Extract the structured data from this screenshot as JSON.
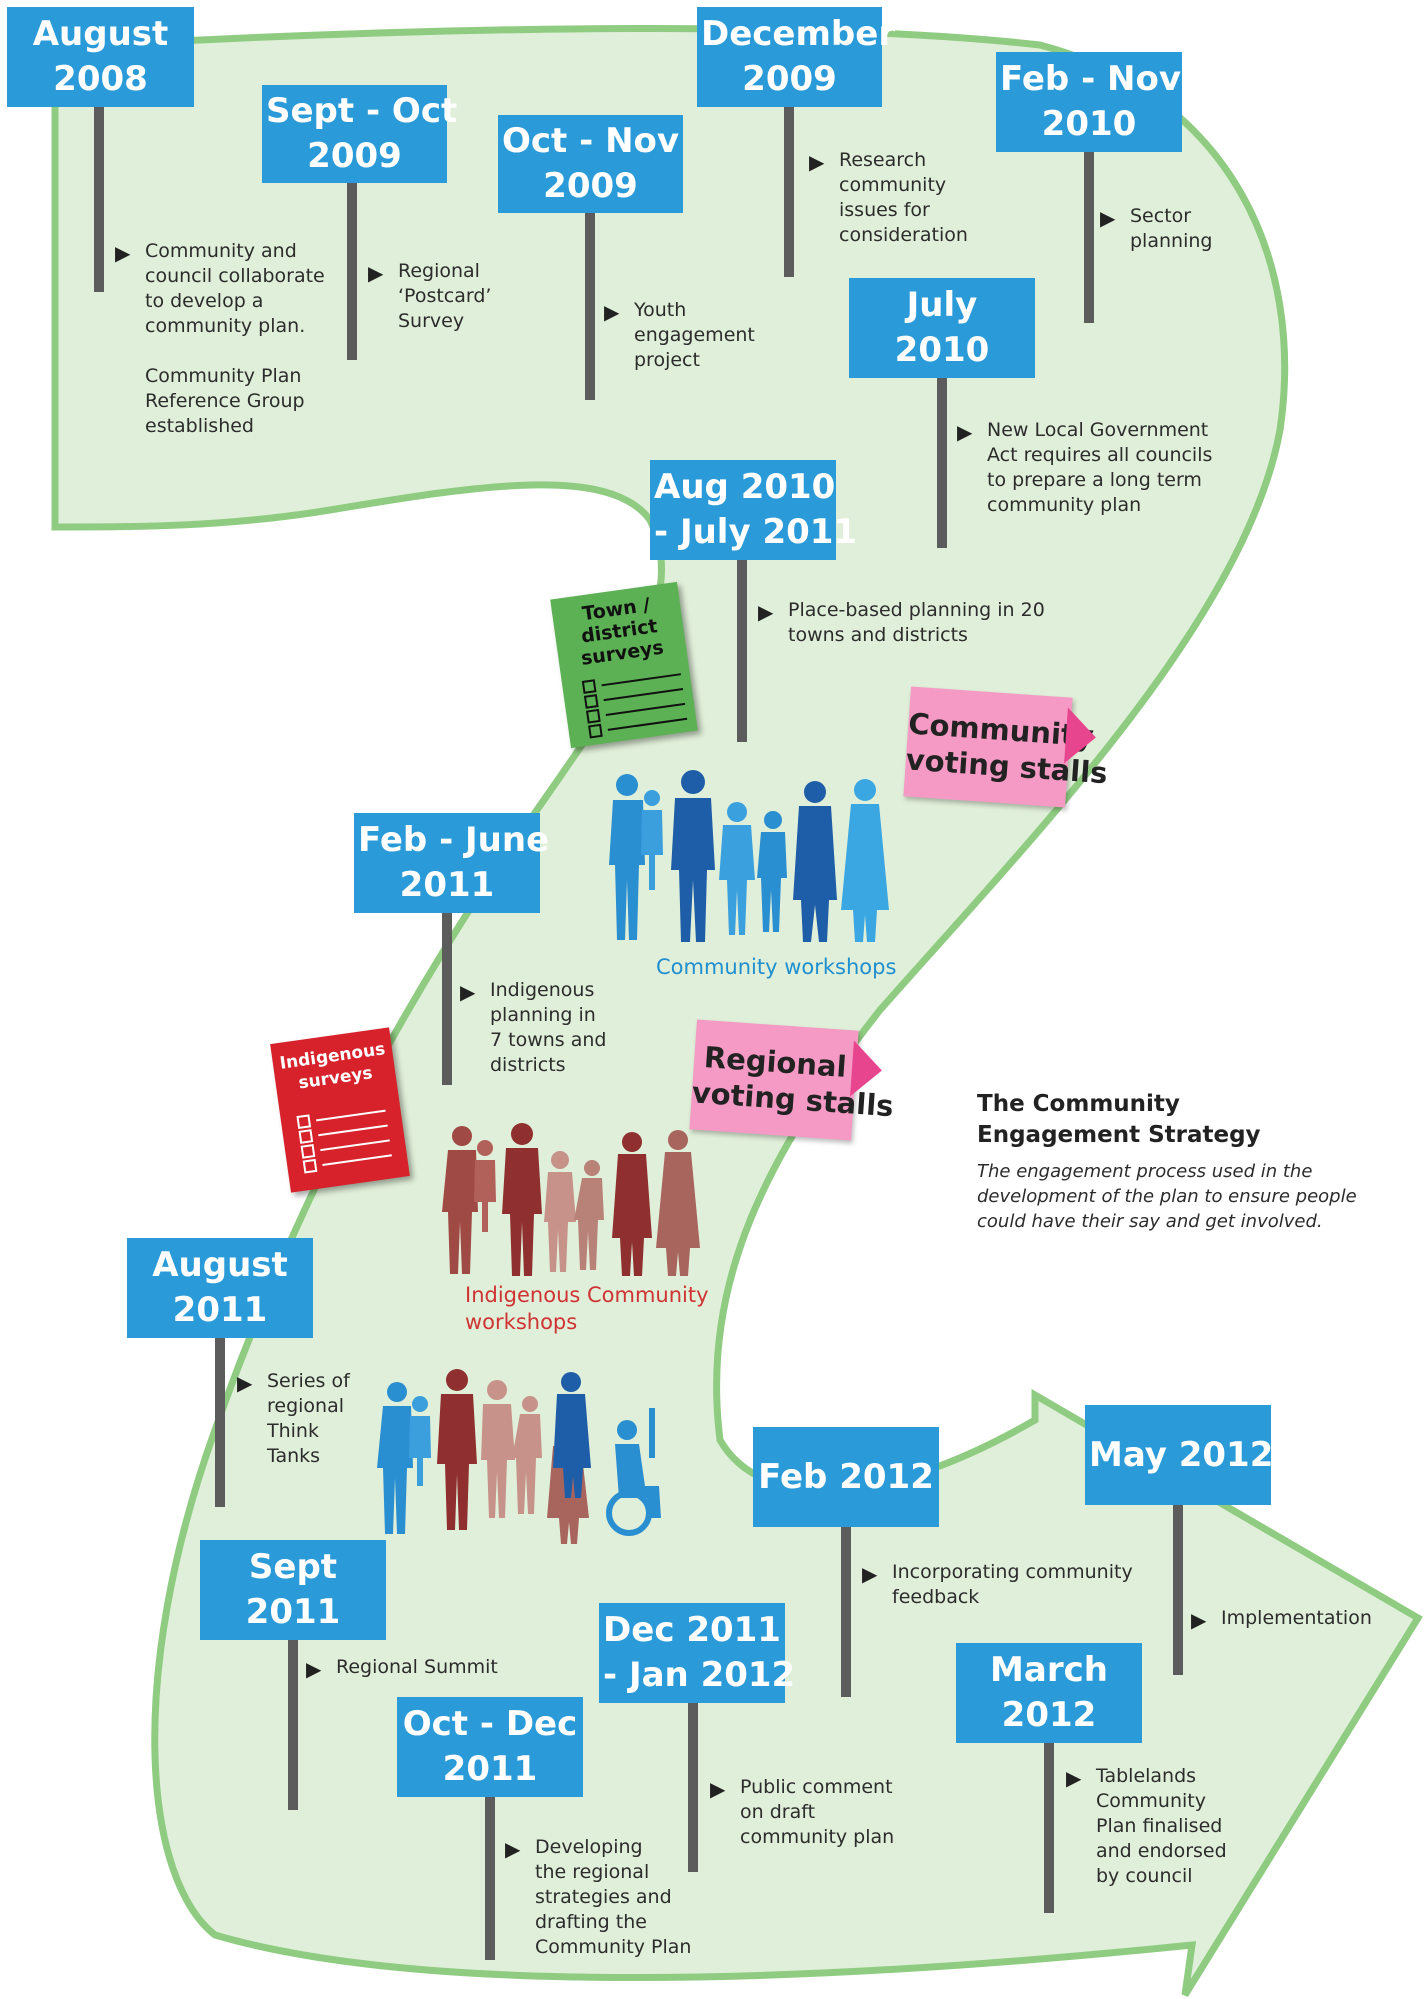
{
  "colors": {
    "sign_blue": "#2a9bd8",
    "path_fill": "#e0efd9",
    "path_edge": "#8fcc82",
    "pole": "#5c5c5c",
    "voting_pink": "#f49ac4",
    "survey_green": "#5bb153",
    "survey_red": "#d7222b",
    "people_blue": "#2a8fd1",
    "people_dark_blue": "#1e5ea8",
    "people_red": "#8f2f2f",
    "people_brown": "#a87068",
    "caption_blue": "#1f8fd0",
    "caption_red": "#d03333"
  },
  "milestones": [
    {
      "id": "aug2008",
      "date": [
        "August",
        "2008"
      ],
      "note": [
        "Community and",
        "council collaborate",
        "to develop a",
        "community plan.",
        "",
        "Community Plan",
        "Reference Group",
        "established"
      ]
    },
    {
      "id": "sepoct2009",
      "date": [
        "Sept - Oct",
        "2009"
      ],
      "note": [
        "Regional",
        "‘Postcard’",
        "Survey"
      ]
    },
    {
      "id": "octnov2009",
      "date": [
        "Oct - Nov",
        "2009"
      ],
      "note": [
        "Youth",
        "engagement",
        "project"
      ]
    },
    {
      "id": "dec2009",
      "date": [
        "December",
        "2009"
      ],
      "note": [
        "Research",
        "community",
        "issues for",
        "consideration"
      ]
    },
    {
      "id": "febnov2010",
      "date": [
        "Feb - Nov",
        "2010"
      ],
      "note": [
        "Sector",
        "planning"
      ]
    },
    {
      "id": "jul2010",
      "date": [
        "July",
        "2010"
      ],
      "note": [
        "New Local Government",
        "Act requires all councils",
        "to prepare a long term",
        "community plan"
      ]
    },
    {
      "id": "aug2010jul2011",
      "date": [
        "Aug 2010",
        "- July 2011"
      ],
      "note": [
        "Place-based planning in 20",
        "towns and districts"
      ]
    },
    {
      "id": "febjun2011",
      "date": [
        "Feb - June",
        "2011"
      ],
      "note": [
        "Indigenous",
        "planning in",
        "7 towns and",
        "districts"
      ]
    },
    {
      "id": "aug2011",
      "date": [
        "August",
        "2011"
      ],
      "note": [
        "Series of",
        "regional",
        "Think",
        "Tanks"
      ]
    },
    {
      "id": "sep2011",
      "date": [
        "Sept",
        "2011"
      ],
      "note": [
        "Regional Summit"
      ]
    },
    {
      "id": "octdec2011",
      "date": [
        "Oct - Dec",
        "2011"
      ],
      "note": [
        "Developing",
        "the regional",
        "strategies and",
        "drafting the",
        "Community Plan"
      ]
    },
    {
      "id": "dec2011jan2012",
      "date": [
        "Dec 2011",
        "- Jan 2012"
      ],
      "note": [
        "Public comment",
        "on draft",
        "community plan"
      ]
    },
    {
      "id": "feb2012",
      "date": [
        "Feb 2012"
      ],
      "note": [
        "Incorporating community",
        "feedback"
      ]
    },
    {
      "id": "mar2012",
      "date": [
        "March",
        "2012"
      ],
      "note": [
        "Tablelands",
        "Community",
        "Plan finalised",
        "and endorsed",
        "by council"
      ]
    },
    {
      "id": "may2012",
      "date": [
        "May 2012"
      ],
      "note": [
        "Implementation"
      ]
    }
  ],
  "survey_cards": {
    "town": [
      "Town /",
      "district",
      "surveys"
    ],
    "indigenous": [
      "Indigenous",
      "surveys"
    ]
  },
  "voting_stalls": {
    "community": [
      "Community",
      "voting stalls"
    ],
    "regional": [
      "Regional",
      "voting stalls"
    ]
  },
  "captions": {
    "community_workshops": "Community workshops",
    "indigenous_workshops": [
      "Indigenous Community",
      "workshops"
    ]
  },
  "strategy": {
    "title": [
      "The Community",
      "Engagement Strategy"
    ],
    "description": [
      "The engagement process used in the",
      "development of the plan to ensure people",
      "could have their say and get involved."
    ]
  }
}
